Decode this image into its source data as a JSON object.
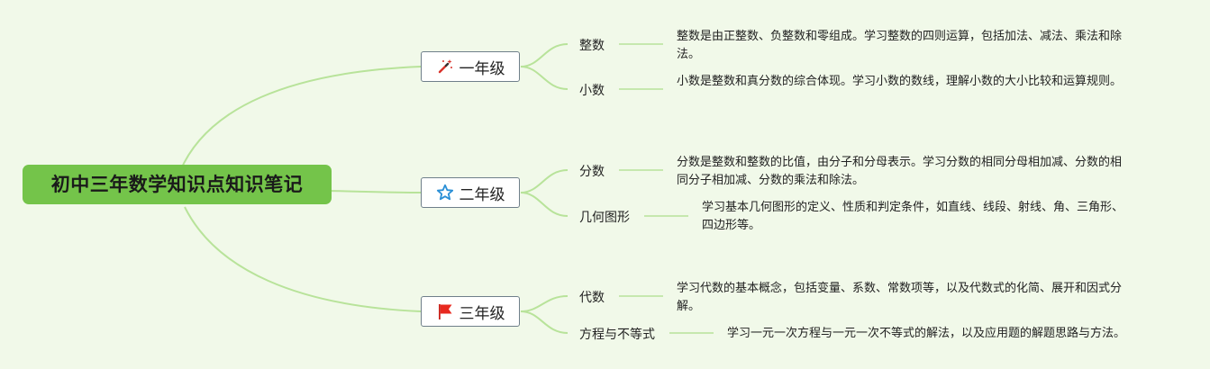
{
  "root": {
    "title": "初中三年数学知识点知识笔记"
  },
  "grades": [
    {
      "label": "一年级",
      "icon": "magic-wand-icon",
      "topics": [
        {
          "name": "整数",
          "desc": "整数是由正整数、负整数和零组成。学习整数的四则运算，包括加法、减法、乘法和除法。"
        },
        {
          "name": "小数",
          "desc": "小数是整数和真分数的综合体现。学习小数的数线，理解小数的大小比较和运算规则。"
        }
      ]
    },
    {
      "label": "二年级",
      "icon": "star-outline-icon",
      "topics": [
        {
          "name": "分数",
          "desc": "分数是整数和整数的比值，由分子和分母表示。学习分数的相同分母相加减、分数的相同分子相加减、分数的乘法和除法。"
        },
        {
          "name": "几何图形",
          "desc": "学习基本几何图形的定义、性质和判定条件，如直线、线段、射线、角、三角形、四边形等。"
        }
      ]
    },
    {
      "label": "三年级",
      "icon": "red-flag-icon",
      "topics": [
        {
          "name": "代数",
          "desc": "学习代数的基本概念，包括变量、系数、常数项等，以及代数式的化简、展开和因式分解。"
        },
        {
          "name": "方程与不等式",
          "desc": "学习一元一次方程与一元一次不等式的解法，以及应用题的解题思路与方法。"
        }
      ]
    }
  ],
  "colors": {
    "background": "#f1f9e9",
    "root_fill": "#74c44a",
    "link": "#b8e39a"
  }
}
